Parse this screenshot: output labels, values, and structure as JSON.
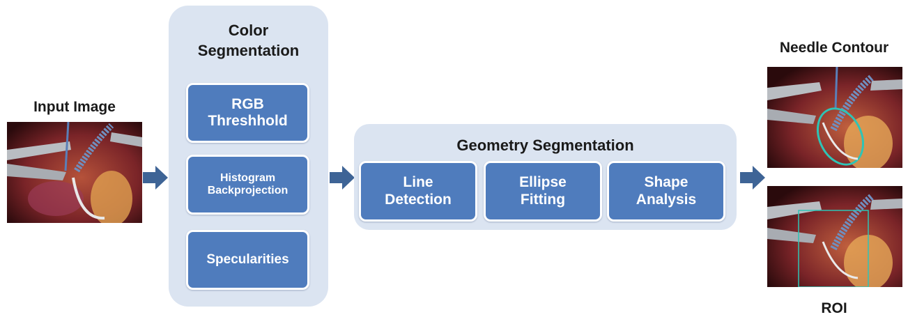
{
  "input": {
    "label": "Input Image"
  },
  "color_segmentation": {
    "title": "Color\nSegmentation",
    "boxes": [
      "RGB\nThreshhold",
      "Histogram\nBackprojection",
      "Specularities"
    ]
  },
  "geometry_segmentation": {
    "title": "Geometry Segmentation",
    "boxes": [
      "Line\nDetection",
      "Ellipse\nFitting",
      "Shape\nAnalysis"
    ]
  },
  "outputs": {
    "needle_contour_label": "Needle Contour",
    "roi_label": "ROI"
  },
  "colors": {
    "panel": "#dbe4f1",
    "box": "#4f7cbd",
    "arrow": "#3e6496",
    "contour": "#2ec4b6"
  }
}
